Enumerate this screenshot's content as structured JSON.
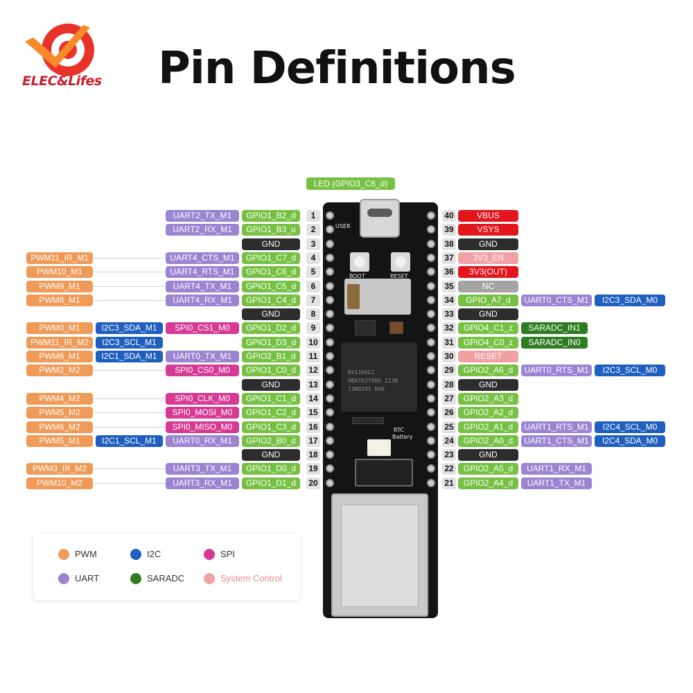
{
  "brand": {
    "name": "ELEC&Lifes",
    "color": "#c8202a"
  },
  "title": "Pin Definitions",
  "led_label": "LED (GPIO3_C6_d)",
  "board_silk": {
    "user": "USER",
    "boot": "BOOT",
    "reset": "RESET",
    "rtc": "RTC",
    "battery": "Battery",
    "chip_lines": [
      "RV1106G2",
      "HBATK2T09U 2230",
      "13N0201 000"
    ]
  },
  "colors": {
    "pwm": "#ef9a57",
    "i2c": "#1f5fbf",
    "spi": "#d63a94",
    "uart": "#9b84d1",
    "gpio": "#76c143",
    "gnd": "#2d2d2d",
    "power": "#e3151d",
    "system": "#f1a0a4",
    "nc": "#a4a4a4",
    "saradc": "#2f7d22"
  },
  "left_pins": [
    {
      "num": "1",
      "gpio": "GPIO1_B2_d",
      "uart": "UART2_TX_M1"
    },
    {
      "num": "2",
      "gpio": "GPIO1_B3_u",
      "uart": "UART2_RX_M1"
    },
    {
      "num": "3",
      "gnd": "GND"
    },
    {
      "num": "4",
      "gpio": "GPIO1_C7_d",
      "uart": "UART4_CTS_M1",
      "pwm": "PWM11_IR_M1"
    },
    {
      "num": "5",
      "gpio": "GPIO1_C6_d",
      "uart": "UART4_RTS_M1",
      "pwm": "PWM10_M1"
    },
    {
      "num": "6",
      "gpio": "GPIO1_C5_d",
      "uart": "UART4_TX_M1",
      "pwm": "PWM9_M1"
    },
    {
      "num": "7",
      "gpio": "GPIO1_C4_d",
      "uart": "UART4_RX_M1",
      "pwm": "PWM8_M1"
    },
    {
      "num": "8",
      "gnd": "GND"
    },
    {
      "num": "9",
      "gpio": "GPIO1_D2_d",
      "spi": "SPI0_CS1_M0",
      "i2c": "I2C3_SDA_M1",
      "pwm": "PWM0_M1"
    },
    {
      "num": "10",
      "gpio": "GPIO1_D3_d",
      "i2c": "I2C3_SCL_M1",
      "pwm": "PWM11_IR_M2"
    },
    {
      "num": "11",
      "gpio": "GPIO2_B1_d",
      "uart": "UART0_TX_M1",
      "i2c": "I2C1_SDA_M1",
      "pwm": "PWM6_M1"
    },
    {
      "num": "12",
      "gpio": "GPIO1_C0_d",
      "spi": "SPI0_CS0_M0",
      "pwm": "PWM2_M2"
    },
    {
      "num": "13",
      "gnd": "GND"
    },
    {
      "num": "14",
      "gpio": "GPIO1_C1_d",
      "spi": "SPI0_CLK_M0",
      "pwm": "PWM4_M2"
    },
    {
      "num": "15",
      "gpio": "GPIO1_C2_d",
      "spi": "SPI0_MOSI_M0",
      "pwm": "PWM5_M2"
    },
    {
      "num": "16",
      "gpio": "GPIO1_C3_d",
      "spi": "SPI0_MISO_M0",
      "pwm": "PWM6_M2"
    },
    {
      "num": "17",
      "gpio": "GPIO2_B0_d",
      "uart": "UART0_RX_M1",
      "i2c": "I2C1_SCL_M1",
      "pwm": "PWM5_M1"
    },
    {
      "num": "18",
      "gnd": "GND"
    },
    {
      "num": "19",
      "gpio": "GPIO1_D0_d",
      "uart": "UART3_TX_M1",
      "pwm": "PWM3_IR_M2"
    },
    {
      "num": "20",
      "gpio": "GPIO1_D1_d",
      "uart": "UART3_RX_M1",
      "pwm": "PWM10_M2"
    }
  ],
  "right_pins": [
    {
      "num": "40",
      "pwr": "VBUS"
    },
    {
      "num": "39",
      "pwr": "VSYS"
    },
    {
      "num": "38",
      "gnd": "GND"
    },
    {
      "num": "37",
      "sys": "3V3_EN"
    },
    {
      "num": "36",
      "pwr": "3V3(OUT)"
    },
    {
      "num": "35",
      "nc": "NC"
    },
    {
      "num": "34",
      "gpio": "GPIO_A7_d",
      "uart": "UART0_CTS_M1",
      "i2c": "I2C3_SDA_M0"
    },
    {
      "num": "33",
      "gnd": "GND"
    },
    {
      "num": "32",
      "gpio": "GPIO4_C1_z",
      "adc": "SARADC_IN1"
    },
    {
      "num": "31",
      "gpio": "GPIO4_C0_z",
      "adc": "SARADC_IN0"
    },
    {
      "num": "30",
      "sys": "RESET"
    },
    {
      "num": "29",
      "gpio": "GPIO2_A6_d",
      "uart": "UART0_RTS_M1",
      "i2c": "I2C3_SCL_M0"
    },
    {
      "num": "28",
      "gnd": "GND"
    },
    {
      "num": "27",
      "gpio": "GPIO2_A3_d"
    },
    {
      "num": "26",
      "gpio": "GPIO2_A2_d"
    },
    {
      "num": "25",
      "gpio": "GPIO2_A1_d",
      "uart": "UART1_RTS_M1",
      "i2c": "I2C4_SCL_M0"
    },
    {
      "num": "24",
      "gpio": "GPIO2_A0_d",
      "uart": "UART1_CTS_M1",
      "i2c": "I2C4_SDA_M0"
    },
    {
      "num": "23",
      "gnd": "GND"
    },
    {
      "num": "22",
      "gpio": "GPIO2_A5_d",
      "uart": "UART1_RX_M1"
    },
    {
      "num": "21",
      "gpio": "GPIO2_A4_d",
      "uart": "UART1_TX_M1"
    }
  ],
  "legend": [
    {
      "label": "PWM",
      "color": "#ef9a57"
    },
    {
      "label": "I2C",
      "color": "#1f5fbf"
    },
    {
      "label": "SPI",
      "color": "#d63a94"
    },
    {
      "label": "UART",
      "color": "#9b84d1"
    },
    {
      "label": "SARADC",
      "color": "#2f7d22"
    },
    {
      "label": "System Control",
      "color": "#f1a0a4"
    }
  ]
}
